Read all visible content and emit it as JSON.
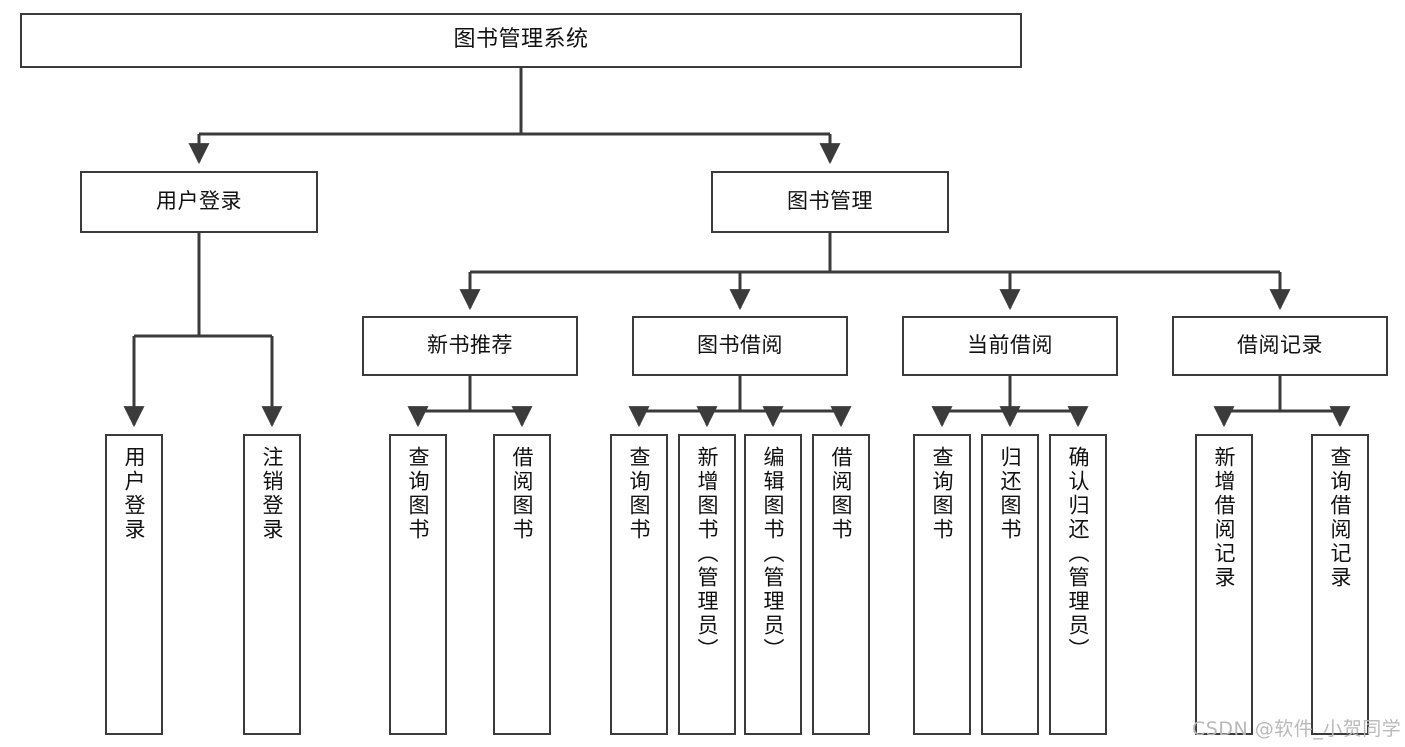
{
  "diagram": {
    "title": "图书管理系统",
    "type": "tree-structure-chart",
    "colors": {
      "node_border": "#3b3b3b",
      "node_fill": "#ffffff",
      "connector": "#3b3b3b",
      "text": "#111111",
      "watermark": "#b9b9b9",
      "background": "#ffffff"
    },
    "watermark": "CSDN @软件_小贺同学",
    "nodes": {
      "root": {
        "label": "图书管理系统"
      },
      "level2": [
        {
          "label": "用户登录"
        },
        {
          "label": "图书管理"
        }
      ],
      "level3": [
        {
          "label": "新书推荐"
        },
        {
          "label": "图书借阅"
        },
        {
          "label": "当前借阅"
        },
        {
          "label": "借阅记录"
        }
      ],
      "leaves": {
        "user_login": [
          {
            "label": "用户登录"
          },
          {
            "label": "注销登录"
          }
        ],
        "new_book_recommend": [
          {
            "label": "查询图书"
          },
          {
            "label": "借阅图书"
          }
        ],
        "book_borrow": [
          {
            "label": "查询图书"
          },
          {
            "label": "新增图书（管理员）"
          },
          {
            "label": "编辑图书（管理员）"
          },
          {
            "label": "借阅图书"
          }
        ],
        "current_borrow": [
          {
            "label": "查询图书"
          },
          {
            "label": "归还图书"
          },
          {
            "label": "确认归还（管理员）"
          }
        ],
        "borrow_record": [
          {
            "label": "新增借阅记录"
          },
          {
            "label": "查询借阅记录"
          }
        ]
      }
    }
  }
}
